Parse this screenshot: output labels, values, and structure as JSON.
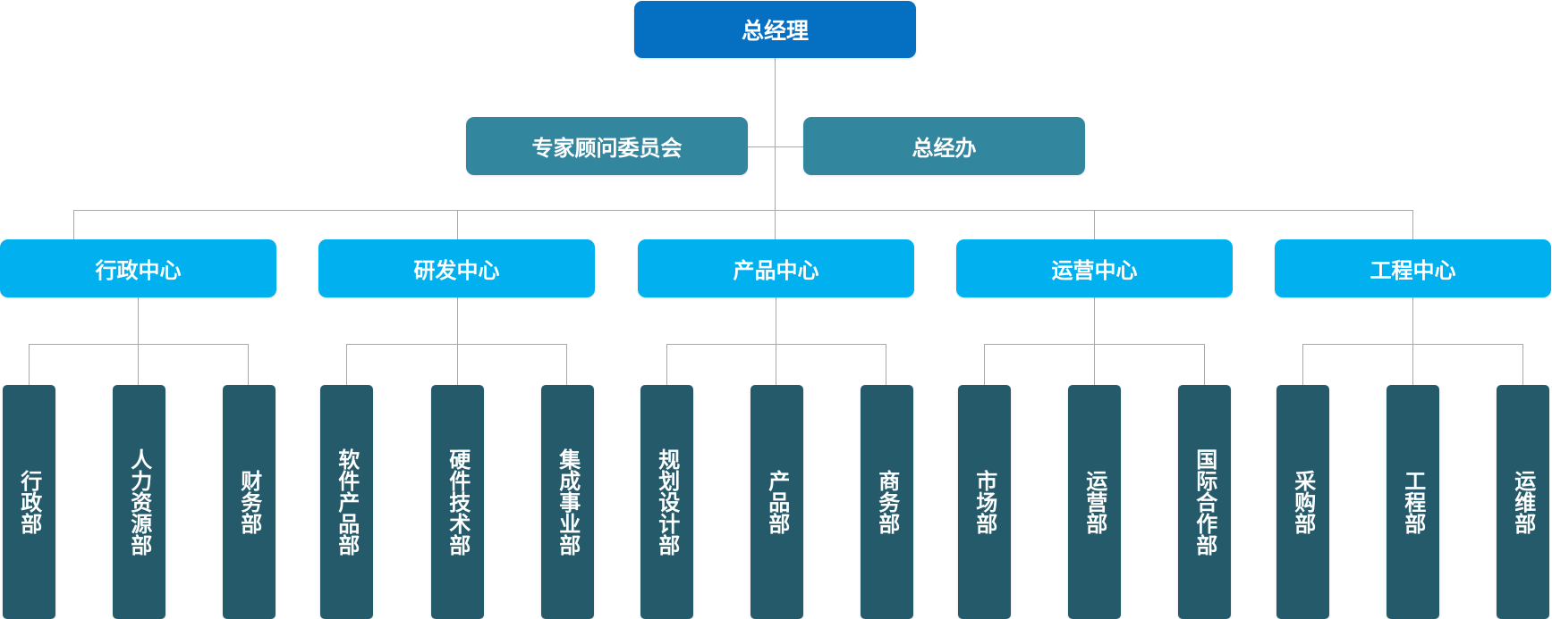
{
  "org_chart": {
    "ceo": {
      "label": "总经理"
    },
    "staff_units": [
      {
        "label": "专家顾问委员会"
      },
      {
        "label": "总经办"
      }
    ],
    "centers": [
      {
        "label": "行政中心"
      },
      {
        "label": "研发中心"
      },
      {
        "label": "产品中心"
      },
      {
        "label": "运营中心"
      },
      {
        "label": "工程中心"
      }
    ],
    "departments": [
      {
        "label": "行政部"
      },
      {
        "label": "人力资源部"
      },
      {
        "label": "财务部"
      },
      {
        "label": "软件产品部"
      },
      {
        "label": "硬件技术部"
      },
      {
        "label": "集成事业部"
      },
      {
        "label": "规划设计部"
      },
      {
        "label": "产品部"
      },
      {
        "label": "商务部"
      },
      {
        "label": "市场部"
      },
      {
        "label": "运营部"
      },
      {
        "label": "国际合作部"
      },
      {
        "label": "采购部"
      },
      {
        "label": "工程部"
      },
      {
        "label": "运维部"
      }
    ]
  },
  "colors": {
    "ceo_fill": "#0570c2",
    "staff_fill": "#32879f",
    "center_fill": "#00b0ef",
    "department_fill": "#245a69",
    "connector": "#a9a9a9",
    "text": "#ffffff"
  }
}
